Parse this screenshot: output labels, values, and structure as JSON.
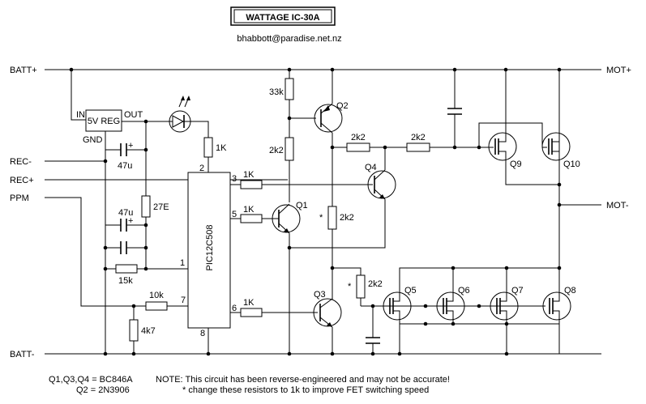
{
  "title": "WATTAGE IC-30A",
  "email": "bhabbott@paradise.net.nz",
  "terminals": {
    "batt_plus": "BATT+",
    "batt_minus": "BATT-",
    "rec_minus": "REC-",
    "rec_plus": "REC+",
    "ppm": "PPM",
    "mot_plus": "MOT+",
    "mot_minus": "MOT-"
  },
  "regulator": {
    "label": "5V REG",
    "pin_in": "IN",
    "pin_out": "OUT",
    "pin_gnd": "GND"
  },
  "ic": {
    "label": "PIC12C508",
    "pins": {
      "p1": "1",
      "p2": "2",
      "p3": "3",
      "p5": "5",
      "p6": "6",
      "p7": "7",
      "p8": "8"
    }
  },
  "resistors": {
    "r_33k": "33k",
    "r_2k2_q2": "2k2",
    "r_1k_led": "1K",
    "r_1k_p3": "1K",
    "r_1k_p5": "1K",
    "r_1k_p6": "1K",
    "r_27e": "27E",
    "r_15k": "15k",
    "r_10k": "10k",
    "r_4k7": "4k7",
    "r_2k2_a": "2k2",
    "r_2k2_b": "2k2",
    "r_2k2_mid": "2k2",
    "r_2k2_low": "2k2"
  },
  "capacitors": {
    "c_47u_top": "47u",
    "c_47u_mid": "47u",
    "plus": "+"
  },
  "transistors": {
    "q1": "Q1",
    "q2": "Q2",
    "q3": "Q3",
    "q4": "Q4"
  },
  "fets": {
    "q5": "Q5",
    "q6": "Q6",
    "q7": "Q7",
    "q8": "Q8",
    "q9": "Q9",
    "q10": "Q10"
  },
  "asterisk": "*",
  "notes": {
    "parts_line1": "Q1,Q3,Q4 = BC846A",
    "parts_line2": "Q2 = 2N3906",
    "note_line1": "NOTE: This circuit has been reverse-engineered and may not be accurate!",
    "note_line2": "* change these resistors to 1k to improve FET switching speed"
  }
}
